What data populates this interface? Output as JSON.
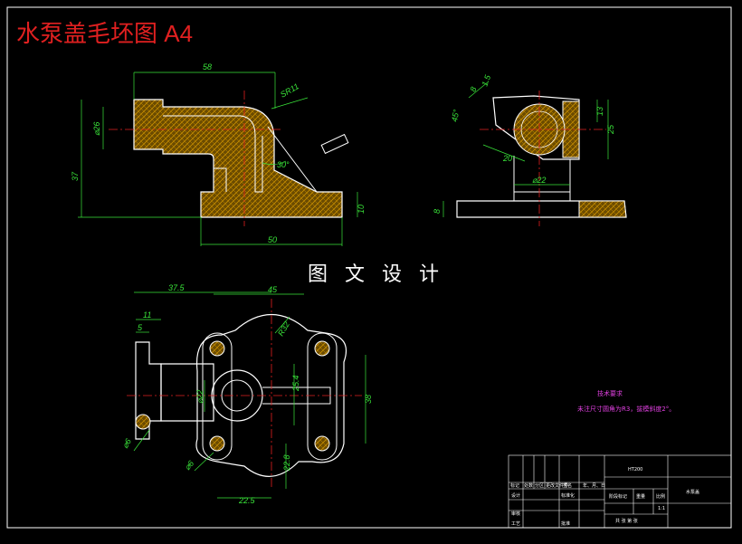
{
  "title": "水泵盖毛坯图 A4",
  "watermark": "图 文 设 计",
  "tech_notes": {
    "heading": "技术要求",
    "line": "未注尺寸圆角为R3，拔模斜度2°。"
  },
  "dims_front": {
    "top_width": "58",
    "bottom_width": "50",
    "height": "37",
    "dia": "⌀26",
    "base": "10",
    "angle": "30°",
    "sphere": "SR11"
  },
  "dims_side": {
    "a": "8",
    "b": "1.5",
    "c": "45°",
    "d": "20",
    "e": "⌀22",
    "f": "13",
    "g": "25",
    "h": "8"
  },
  "dims_top": {
    "w1": "37.5",
    "w2": "45",
    "a": "11",
    "b": "5",
    "r": "R32",
    "c": "25.4",
    "d": "⌀22",
    "e": "38",
    "f": "22.8",
    "g": "22.5",
    "h": "⌀6",
    "i": "⌀6"
  },
  "title_block": {
    "material": "HT200",
    "part_name": "水泵盖",
    "scale": "1:1",
    "row_labels": [
      "标记",
      "处数",
      "分区",
      "更改文件号",
      "签名",
      "年、月、日"
    ],
    "left_labels": [
      "设计",
      "审核",
      "工艺"
    ],
    "std_label": "标准化",
    "approve_label": "批准",
    "stage_label": "阶段标记",
    "weight_label": "重量",
    "scale_label": "比例",
    "sheets_label": "共  张  第  张"
  }
}
